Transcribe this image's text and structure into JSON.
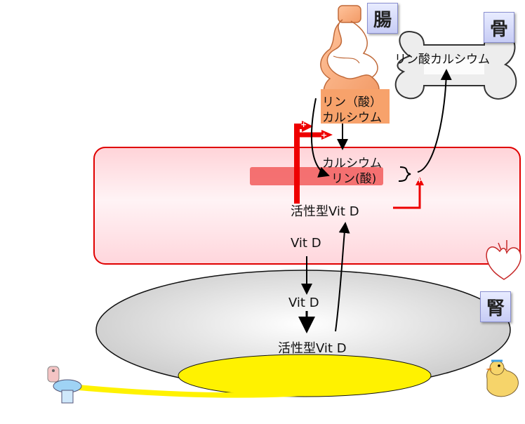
{
  "tags": {
    "intestine": "腸",
    "bone": "骨",
    "kidney": "腎"
  },
  "intestine": {
    "absorb_line1": "リン（酸）",
    "absorb_line2": "カルシウム"
  },
  "bone": {
    "label": "リン酸カルシウム"
  },
  "blood": {
    "calcium": "カルシウム",
    "phosphate": "リン(酸)",
    "active_vitd": "活性型Vit D",
    "vitd": "Vit D"
  },
  "kidney": {
    "vitd": "Vit D",
    "active_vitd": "活性型Vit D"
  },
  "colors": {
    "blood_fill": "#ffe6ea",
    "blood_border": "#e00000",
    "stimulation": "#ee0000",
    "urine": "#fff200",
    "kidney_fill": "#d9d9d9"
  }
}
